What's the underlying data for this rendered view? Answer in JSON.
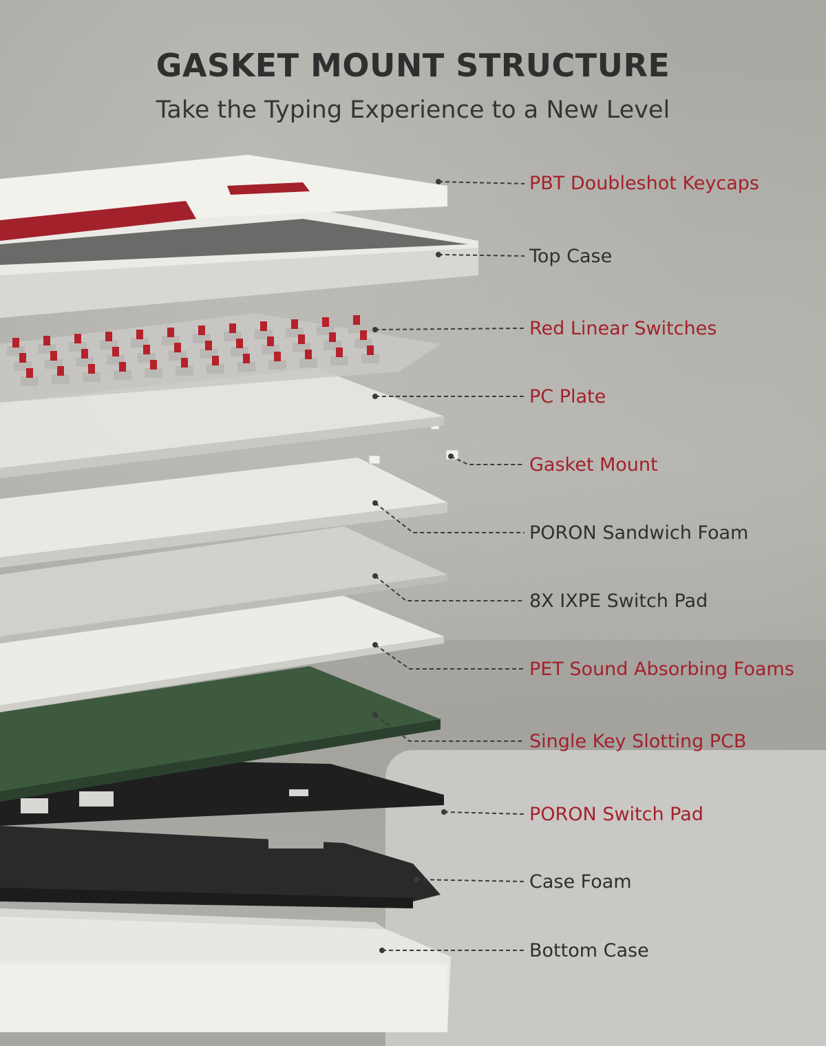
{
  "title": "GASKET MOUNT STRUCTURE",
  "subtitle": "Take the Typing Experience to a New Level",
  "colors": {
    "accent_red": "#a3212b",
    "text_dark": "#2f2f2f",
    "pcb_green": "#3d5a3f",
    "switch_red": "#b5222b"
  },
  "layers": [
    {
      "label": "PBT Doubleshot Keycaps",
      "tone": "red"
    },
    {
      "label": "Top Case",
      "tone": "dark"
    },
    {
      "label": "Red Linear Switches",
      "tone": "red"
    },
    {
      "label": "PC Plate",
      "tone": "red"
    },
    {
      "label": "Gasket Mount",
      "tone": "red"
    },
    {
      "label": "PORON Sandwich Foam",
      "tone": "dark"
    },
    {
      "label": "8X IXPE Switch Pad",
      "tone": "dark"
    },
    {
      "label": "PET Sound Absorbing Foams",
      "tone": "red"
    },
    {
      "label": "Single Key Slotting PCB",
      "tone": "red"
    },
    {
      "label": "PORON Switch Pad",
      "tone": "red"
    },
    {
      "label": "Case Foam",
      "tone": "dark"
    },
    {
      "label": "Bottom Case",
      "tone": "dark"
    }
  ]
}
